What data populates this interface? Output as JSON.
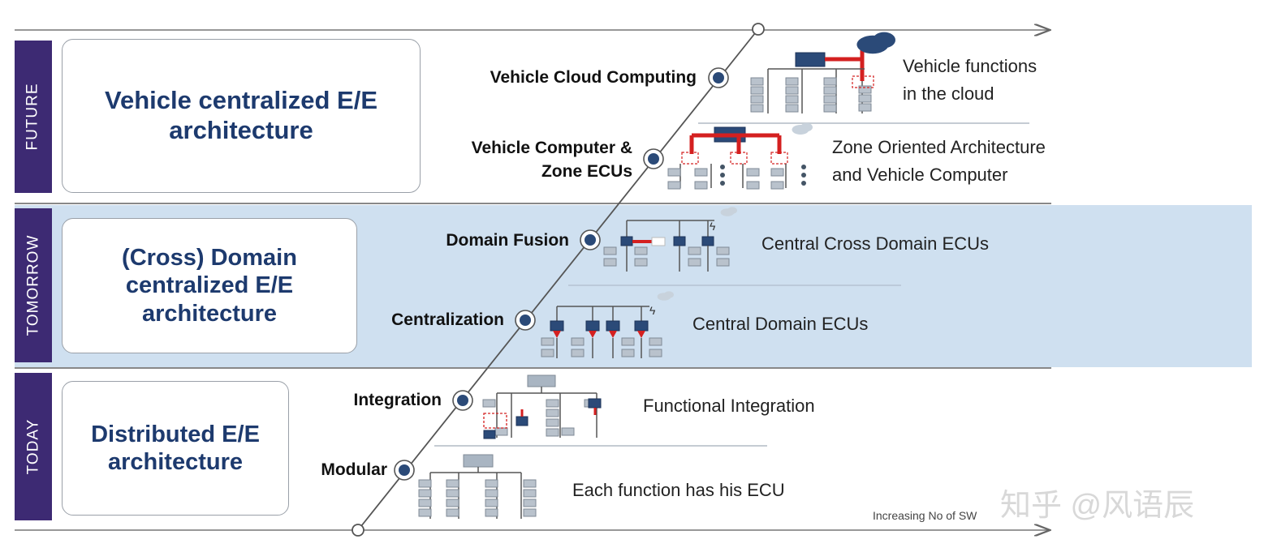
{
  "eras": [
    {
      "tab": "FUTURE",
      "title_lines": [
        "Vehicle centralized E/E",
        "architecture"
      ]
    },
    {
      "tab": "TOMORROW",
      "title_lines": [
        "(Cross) Domain",
        "centralized E/E",
        "architecture"
      ]
    },
    {
      "tab": "TODAY",
      "title_lines": [
        "Distributed E/E",
        "architecture"
      ]
    }
  ],
  "stages": [
    {
      "name_lines": [
        "Vehicle Cloud Computing"
      ],
      "desc_lines": [
        "Vehicle functions",
        "in the cloud"
      ]
    },
    {
      "name_lines": [
        "Vehicle Computer &",
        "Zone ECUs"
      ],
      "desc_lines": [
        "Zone Oriented Architecture",
        "and Vehicle Computer"
      ]
    },
    {
      "name_lines": [
        "Domain Fusion"
      ],
      "desc_lines": [
        "Central Cross Domain ECUs"
      ]
    },
    {
      "name_lines": [
        "Centralization"
      ],
      "desc_lines": [
        "Central Domain ECUs"
      ]
    },
    {
      "name_lines": [
        "Integration"
      ],
      "desc_lines": [
        "Functional Integration"
      ]
    },
    {
      "name_lines": [
        "Modular"
      ],
      "desc_lines": [
        "Each function has his ECU"
      ]
    }
  ],
  "axis_note": "Increasing No of SW",
  "watermark": "知乎 @风语辰",
  "colors": {
    "tab": "#3d2a73",
    "title_text": "#1d3a6e",
    "tomorrow_band": "#cfe0f0",
    "node_blue": "#2b4a78",
    "ecu_gray": "#b9c2cc",
    "link_red": "#d42020",
    "timeline": "#555555"
  }
}
